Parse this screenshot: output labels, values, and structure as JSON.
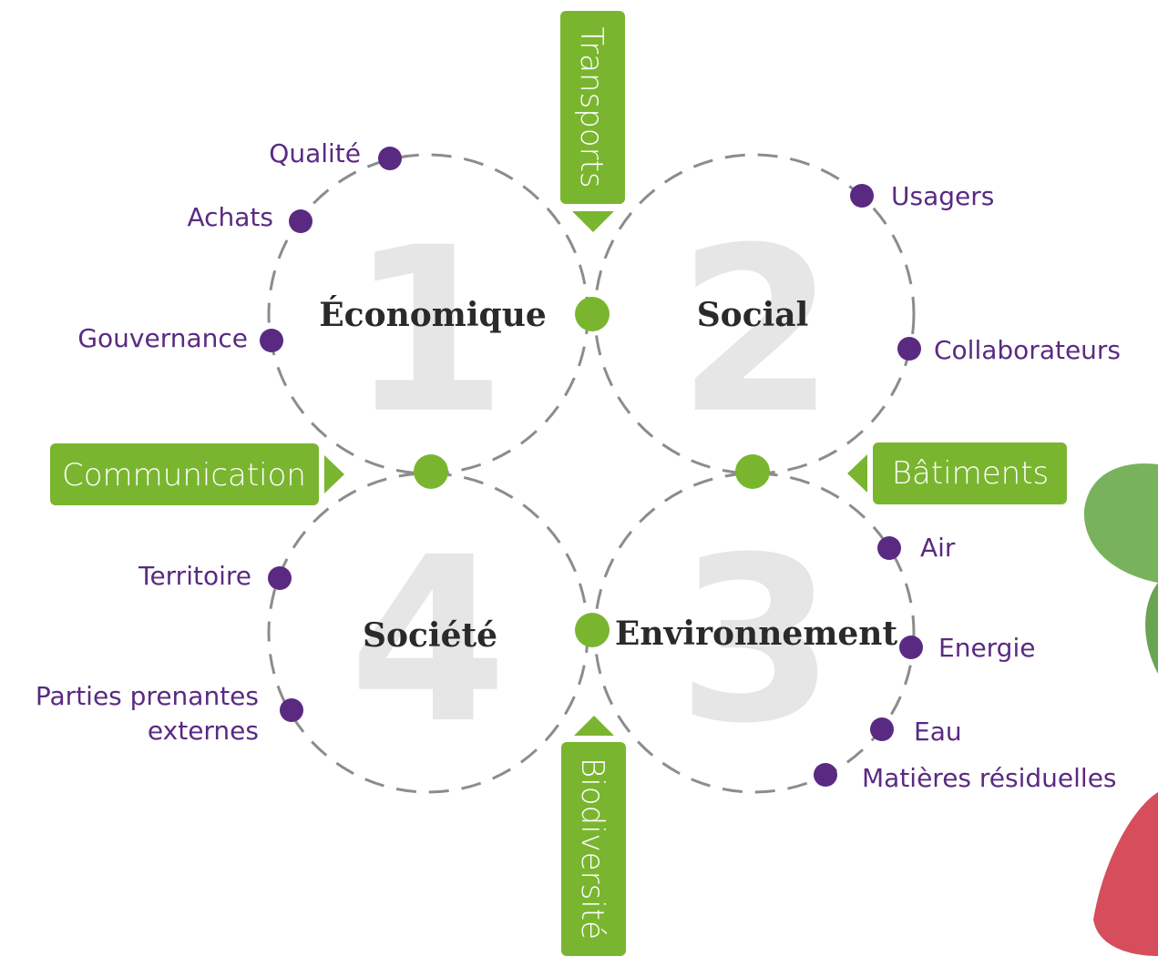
{
  "pillars": {
    "economic": {
      "number": "1",
      "label": "Économique"
    },
    "social": {
      "number": "2",
      "label": "Social"
    },
    "environment": {
      "number": "3",
      "label": "Environnement"
    },
    "society": {
      "number": "4",
      "label": "Société"
    }
  },
  "arrows": {
    "top": "Transports",
    "left": "Communication",
    "right": "Bâtiments",
    "bottom": "Biodiversité"
  },
  "topics": {
    "qualite": "Qualité",
    "achats": "Achats",
    "gouvernance": "Gouvernance",
    "usagers": "Usagers",
    "collaborateurs": "Collaborateurs",
    "territoire": "Territoire",
    "parties_line1": "Parties prenantes",
    "parties_line2": "externes",
    "air": "Air",
    "energie": "Energie",
    "eau": "Eau",
    "matieres": "Matières résiduelles"
  },
  "colors": {
    "green": "#7ab530",
    "purple": "#5a2a82",
    "dash": "#8c8c8c",
    "number": "#e6e6e6",
    "blob_green": "#6aaa4a",
    "blob_red": "#d23a4a"
  }
}
